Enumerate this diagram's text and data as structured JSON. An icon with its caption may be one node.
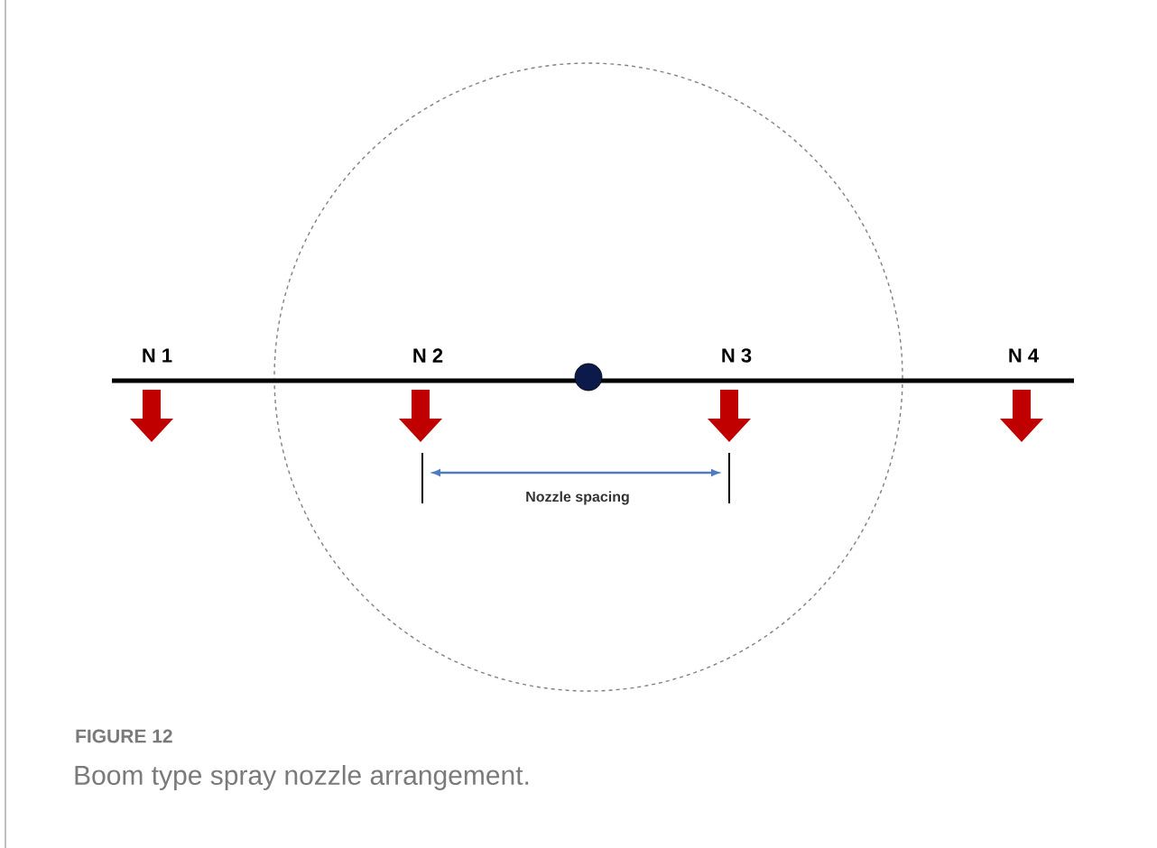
{
  "diagram": {
    "title": "FIGURE 12",
    "caption": "Boom type spray nozzle arrangement.",
    "labels": [
      "N 1",
      "N 2",
      "N 3",
      "N 4",
      "Nozzle spacing"
    ]
  }
}
